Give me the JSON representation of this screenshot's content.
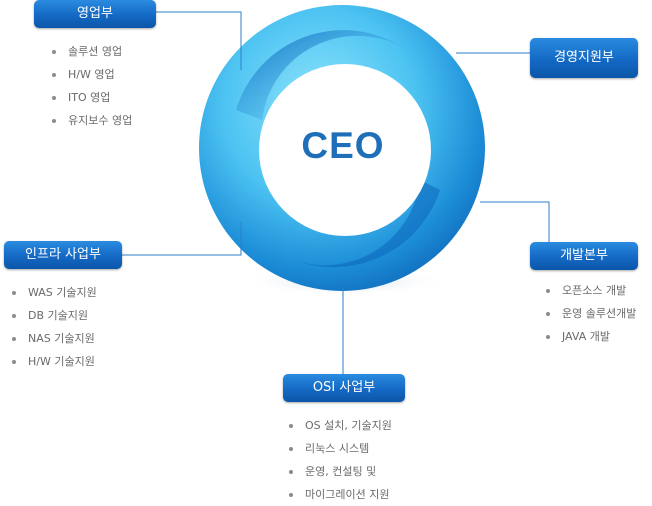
{
  "center": {
    "label": "CEO"
  },
  "colors": {
    "ring_dark": "#0b64b8",
    "ring_light": "#5fd0f7",
    "button_top": "#2a8be0",
    "button_bottom": "#0b56a8",
    "center_text": "#1e6fb8",
    "connector": "#2f7fc9",
    "list_text": "#6a6a6a"
  },
  "departments": [
    {
      "name": "영업부",
      "items": [
        "솔루션 영업",
        "H/W 영업",
        "ITO 영업",
        "유지보수 영업"
      ]
    },
    {
      "name": "경영지원부",
      "items": []
    },
    {
      "name": "인프라 사업부",
      "items": [
        "WAS 기술지원",
        "DB 기술지원",
        "NAS 기술지원",
        "H/W 기술지원"
      ]
    },
    {
      "name": "개발본부",
      "items": [
        "오픈소스 개발",
        "운영 솔루션개발",
        "JAVA 개발"
      ]
    },
    {
      "name": "OSI 사업부",
      "items": [
        "OS 설치, 기술지원",
        "리눅스 시스템",
        "운영, 컨설팅 및",
        "마이그레이션 지원"
      ]
    }
  ]
}
